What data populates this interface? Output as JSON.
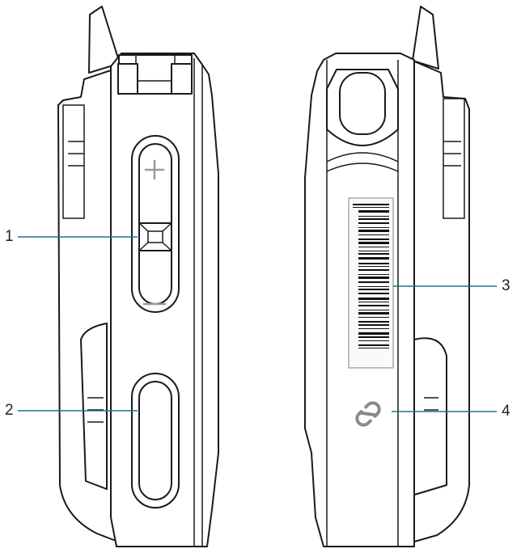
{
  "figure": {
    "callouts": [
      {
        "number": "1",
        "target": "volume-rocker"
      },
      {
        "number": "2",
        "target": "push-to-talk-button"
      },
      {
        "number": "3",
        "target": "barcode-label"
      },
      {
        "number": "4",
        "target": "nfc-antenna"
      }
    ],
    "callout_color": "#1b7490",
    "icons": {
      "nfc": "nfc-icon",
      "plus": "plus-icon",
      "minus": "minus-icon"
    }
  }
}
